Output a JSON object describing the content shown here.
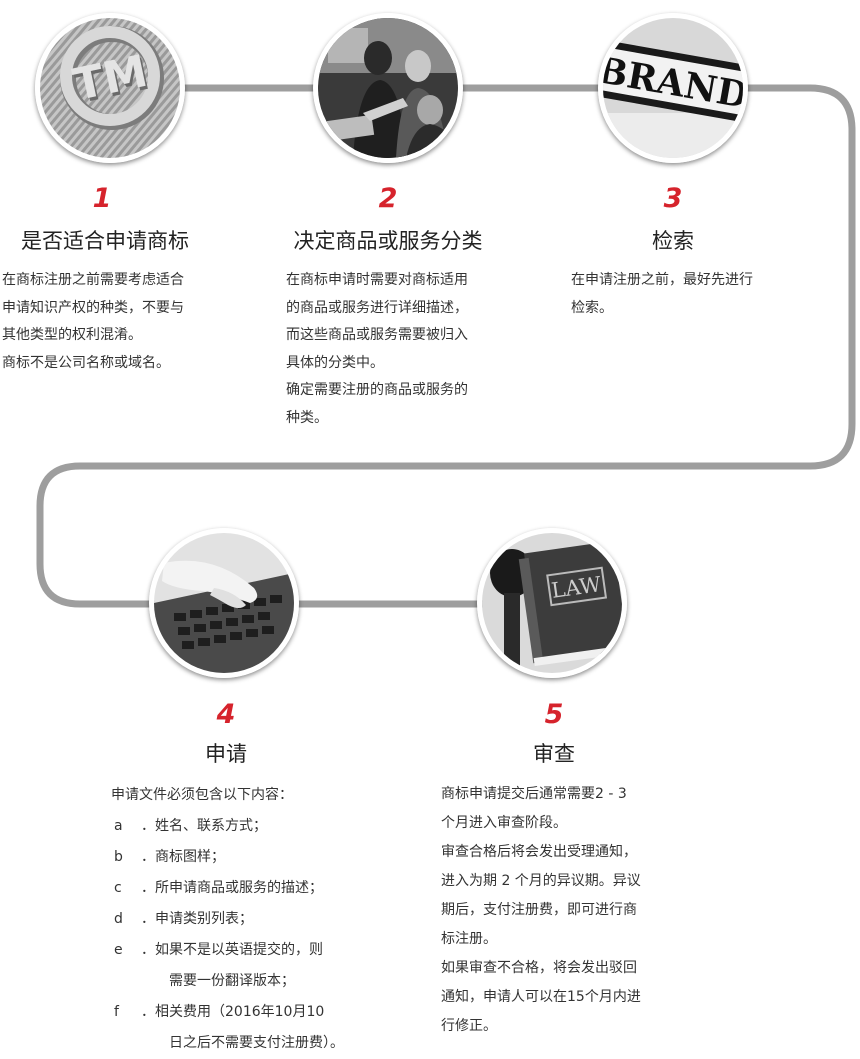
{
  "colors": {
    "accent": "#d6232c",
    "connector": "#9e9e9e"
  },
  "steps": [
    {
      "number": "1",
      "title": "是否适合申请商标",
      "image": "tm-symbol",
      "lines": [
        "在商标注册之前需要考虑适合",
        "申请知识产权的种类，不要与",
        "其他类型的权利混淆。",
        "商标不是公司名称或域名。"
      ]
    },
    {
      "number": "2",
      "title": "决定商品或服务分类",
      "image": "team-meeting",
      "lines": [
        "在商标申请时需要对商标适用",
        "的商品或服务进行详细描述，",
        "而这些商品或服务需要被归入",
        "具体的分类中。",
        "确定需要注册的商品或服务的",
        "种类。"
      ]
    },
    {
      "number": "3",
      "title": "检索",
      "image": "brand-stamp",
      "image_text": "BRAND",
      "lines": [
        "在申请注册之前，最好先进行",
        "检索。"
      ]
    },
    {
      "number": "4",
      "title": "申请",
      "image": "laptop-keyboard",
      "intro": "申请文件必须包含以下内容：",
      "items": [
        {
          "marker": "a",
          "lines": [
            "．姓名、联系方式；"
          ]
        },
        {
          "marker": "b",
          "lines": [
            "．商标图样；"
          ]
        },
        {
          "marker": "c",
          "lines": [
            "．所申请商品或服务的描述；"
          ]
        },
        {
          "marker": "d",
          "lines": [
            "．申请类别列表；"
          ]
        },
        {
          "marker": "e",
          "lines": [
            "．如果不是以英语提交的，则",
            "需要一份翻译版本；"
          ]
        },
        {
          "marker": "f",
          "lines": [
            "．相关费用（2016年10月10",
            "日之后不需要支付注册费）。"
          ]
        }
      ]
    },
    {
      "number": "5",
      "title": "审查",
      "image": "law-book",
      "image_text": "LAW",
      "lines": [
        "商标申请提交后通常需要2 - 3",
        "个月进入审查阶段。",
        "审查合格后将会发出受理通知，",
        "进入为期 2 个月的异议期。异议",
        "期后，支付注册费，即可进行商",
        "标注册。",
        "如果审查不合格，将会发出驳回",
        "通知，申请人可以在15个月内进",
        "行修正。"
      ]
    }
  ]
}
